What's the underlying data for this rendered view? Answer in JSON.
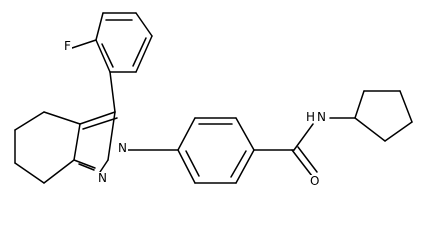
{
  "diagram": {
    "type": "chemical-structure",
    "atom_labels": {
      "fluorine": "F",
      "nitrogen_n1": "N",
      "nitrogen_n2": "N",
      "amide_nh": "H",
      "amide_n": "N",
      "oxygen": "O"
    },
    "bond_color": "#000000",
    "background": "#ffffff"
  }
}
